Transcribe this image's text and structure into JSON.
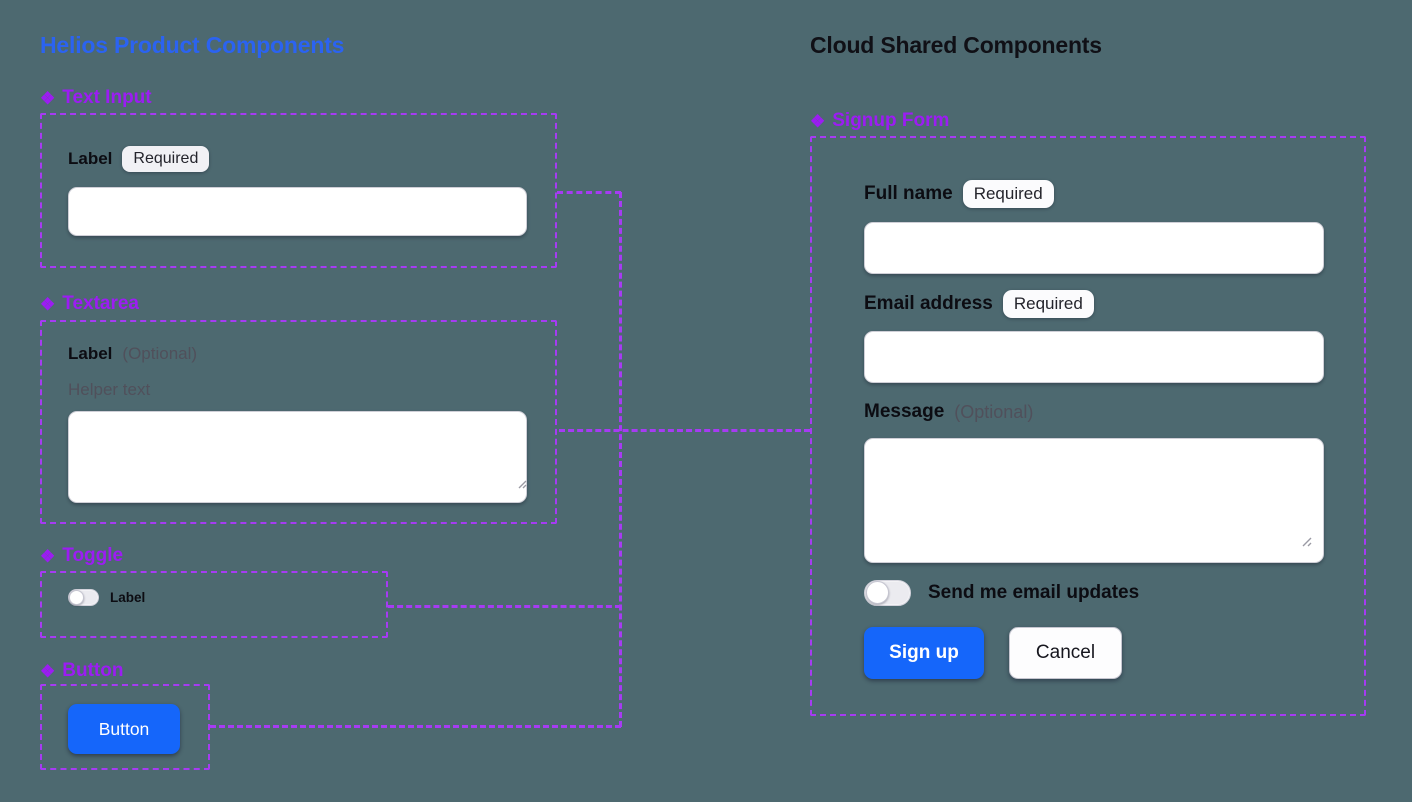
{
  "colors": {
    "canvas_bg": "#4d6970",
    "accent_purple": "#9c1cf3",
    "title_blue": "#2b63f1",
    "title_dark": "#101016",
    "button_blue": "#1566fa"
  },
  "icons": {
    "component": "❖"
  },
  "left_panel": {
    "title": "Helios Product Components",
    "text_input": {
      "heading": "Text Input",
      "label": "Label",
      "badge": "Required",
      "value": ""
    },
    "textarea": {
      "heading": "Textarea",
      "label": "Label",
      "optional": "(Optional)",
      "helper": "Helper text",
      "value": ""
    },
    "toggle": {
      "heading": "Toggle",
      "label": "Label",
      "state": "off"
    },
    "button": {
      "heading": "Button",
      "label": "Button"
    }
  },
  "right_panel": {
    "title": "Cloud Shared Components",
    "signup_form": {
      "heading": "Signup Form",
      "full_name": {
        "label": "Full name",
        "badge": "Required",
        "value": ""
      },
      "email": {
        "label": "Email address",
        "badge": "Required",
        "value": ""
      },
      "message": {
        "label": "Message",
        "optional": "(Optional)",
        "value": ""
      },
      "updates_toggle": {
        "label": "Send me email updates",
        "state": "off"
      },
      "actions": {
        "submit": "Sign up",
        "cancel": "Cancel"
      }
    }
  }
}
